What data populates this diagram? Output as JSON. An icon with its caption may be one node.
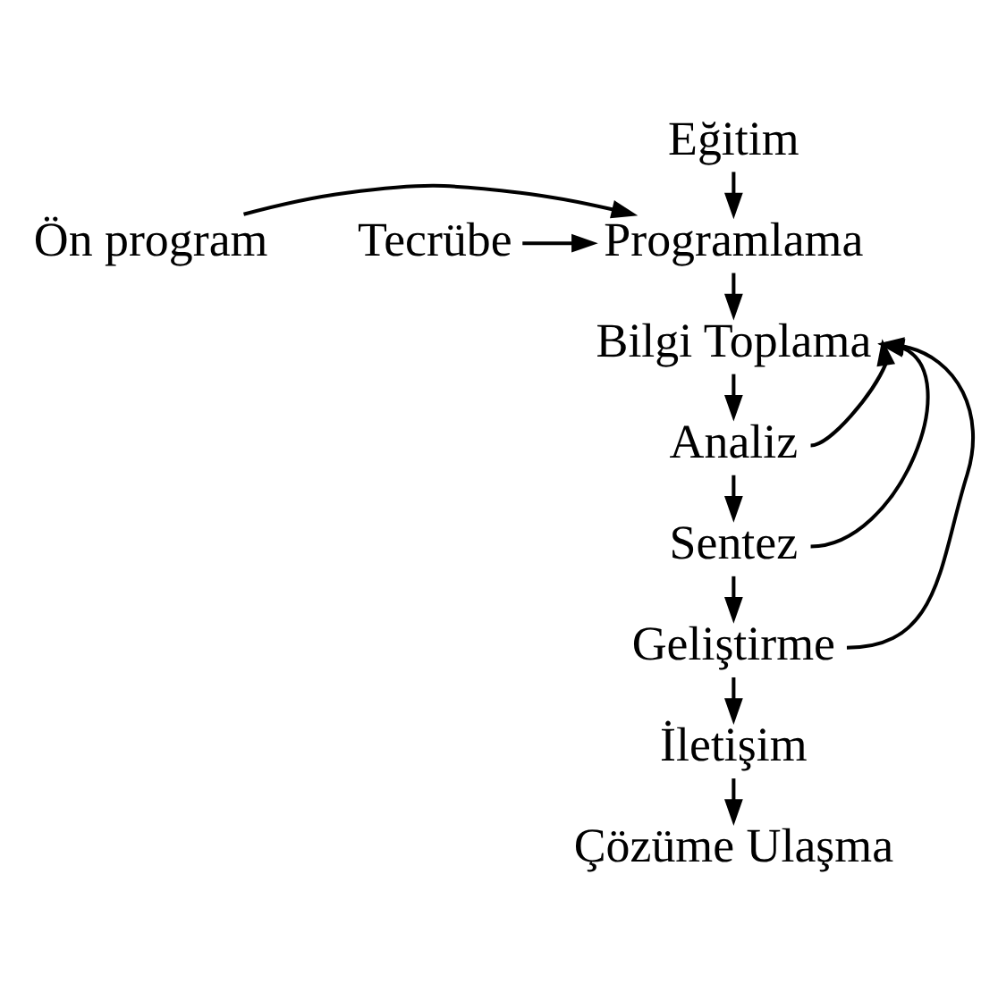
{
  "diagram": {
    "nodes": [
      {
        "text": [
          "Eğitim"
        ]
      },
      {
        "text": [
          "Ön program"
        ]
      },
      {
        "text": [
          "Programlama"
        ]
      },
      {
        "text": [
          "Tecrübe"
        ]
      },
      {
        "text": [
          "Bilgi Toplama"
        ]
      },
      {
        "text": [
          "Analiz"
        ]
      },
      {
        "text": [
          "Sentez"
        ]
      },
      {
        "text": [
          "Geliştirme"
        ]
      },
      {
        "text": [
          "İletişim"
        ]
      },
      {
        "text": [
          "Çözüme Ulaşma"
        ]
      }
    ],
    "edges": [
      {
        "from": 0,
        "to": 2,
        "arrow": "to"
      },
      {
        "from": 1,
        "to": 2,
        "arrow": "to"
      },
      {
        "from": 3,
        "to": 2,
        "arrow": "to"
      },
      {
        "from": 2,
        "to": 4,
        "arrow": "to"
      },
      {
        "from": 4,
        "to": 5,
        "arrow": "to"
      },
      {
        "from": 5,
        "to": 4,
        "arrow": "to"
      },
      {
        "from": 5,
        "to": 6,
        "arrow": "to"
      },
      {
        "from": 6,
        "to": 4,
        "arrow": "to"
      },
      {
        "from": 6,
        "to": 7,
        "arrow": "to"
      },
      {
        "from": 7,
        "to": 4,
        "arrow": "to"
      },
      {
        "from": 7,
        "to": 8,
        "arrow": "to"
      },
      {
        "from": 8,
        "to": 9,
        "arrow": "to"
      }
    ]
  }
}
